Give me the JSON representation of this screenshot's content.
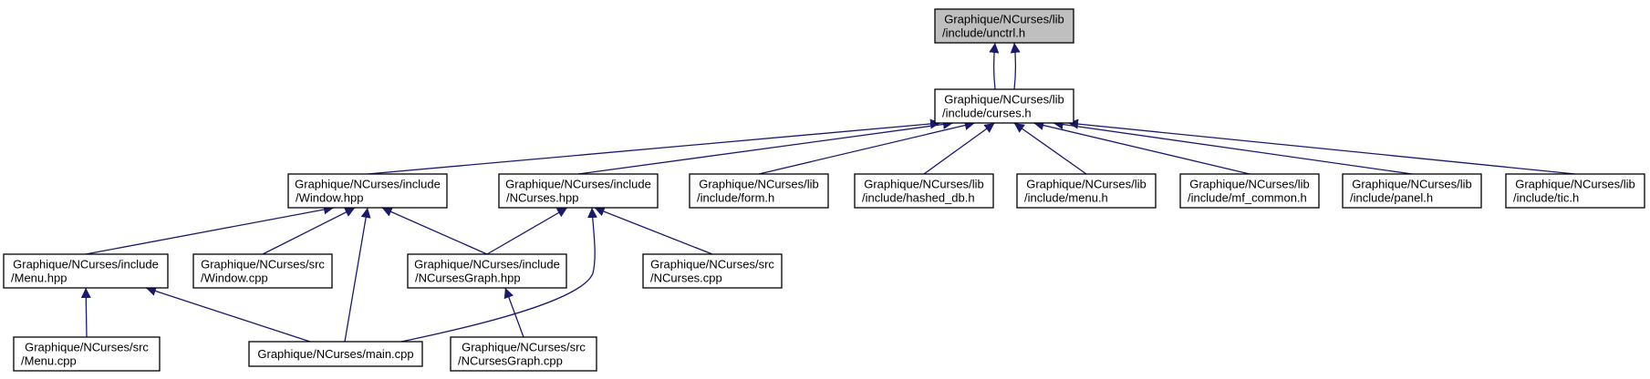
{
  "colors": {
    "edge": "#191970",
    "highlight_fill": "#bfbfbf",
    "node_fill": "#ffffff",
    "node_stroke": "#000000"
  },
  "nodes": [
    {
      "id": "unctrl",
      "lines": [
        "Graphique/NCurses/lib",
        "/include/unctrl.h"
      ],
      "highlight": true
    },
    {
      "id": "curses",
      "lines": [
        "Graphique/NCurses/lib",
        "/include/curses.h"
      ]
    },
    {
      "id": "window_hpp",
      "lines": [
        "Graphique/NCurses/include",
        "/Window.hpp"
      ]
    },
    {
      "id": "ncurses_hpp",
      "lines": [
        "Graphique/NCurses/include",
        "/NCurses.hpp"
      ]
    },
    {
      "id": "form",
      "lines": [
        "Graphique/NCurses/lib",
        "/include/form.h"
      ]
    },
    {
      "id": "hashed_db",
      "lines": [
        "Graphique/NCurses/lib",
        "/include/hashed_db.h"
      ]
    },
    {
      "id": "menu_h",
      "lines": [
        "Graphique/NCurses/lib",
        "/include/menu.h"
      ]
    },
    {
      "id": "mf_common",
      "lines": [
        "Graphique/NCurses/lib",
        "/include/mf_common.h"
      ]
    },
    {
      "id": "panel",
      "lines": [
        "Graphique/NCurses/lib",
        "/include/panel.h"
      ]
    },
    {
      "id": "tic",
      "lines": [
        "Graphique/NCurses/lib",
        "/include/tic.h"
      ]
    },
    {
      "id": "menu_hpp",
      "lines": [
        "Graphique/NCurses/include",
        "/Menu.hpp"
      ]
    },
    {
      "id": "window_cpp",
      "lines": [
        "Graphique/NCurses/src",
        "/Window.cpp"
      ]
    },
    {
      "id": "ncg_hpp",
      "lines": [
        "Graphique/NCurses/include",
        "/NCursesGraph.hpp"
      ]
    },
    {
      "id": "ncurses_cpp",
      "lines": [
        "Graphique/NCurses/src",
        "/NCurses.cpp"
      ]
    },
    {
      "id": "menu_cpp",
      "lines": [
        "Graphique/NCurses/src",
        "/Menu.cpp"
      ]
    },
    {
      "id": "main_cpp",
      "lines": [
        "Graphique/NCurses/main.cpp"
      ]
    },
    {
      "id": "ncg_cpp",
      "lines": [
        "Graphique/NCurses/src",
        "/NCursesGraph.cpp"
      ]
    }
  ],
  "edges": [
    {
      "from": "unctrl",
      "to": "curses"
    },
    {
      "from": "curses",
      "to": "unctrl"
    },
    {
      "from": "window_hpp",
      "to": "curses"
    },
    {
      "from": "ncurses_hpp",
      "to": "curses"
    },
    {
      "from": "form",
      "to": "curses"
    },
    {
      "from": "hashed_db",
      "to": "curses"
    },
    {
      "from": "menu_h",
      "to": "curses"
    },
    {
      "from": "mf_common",
      "to": "curses"
    },
    {
      "from": "panel",
      "to": "curses"
    },
    {
      "from": "tic",
      "to": "curses"
    },
    {
      "from": "menu_hpp",
      "to": "window_hpp"
    },
    {
      "from": "window_cpp",
      "to": "window_hpp"
    },
    {
      "from": "main_cpp",
      "to": "window_hpp"
    },
    {
      "from": "ncg_hpp",
      "to": "window_hpp"
    },
    {
      "from": "ncg_hpp",
      "to": "ncurses_hpp"
    },
    {
      "from": "main_cpp",
      "to": "ncurses_hpp"
    },
    {
      "from": "ncurses_cpp",
      "to": "ncurses_hpp"
    },
    {
      "from": "menu_cpp",
      "to": "menu_hpp"
    },
    {
      "from": "main_cpp",
      "to": "menu_hpp"
    },
    {
      "from": "ncg_cpp",
      "to": "ncg_hpp"
    }
  ]
}
